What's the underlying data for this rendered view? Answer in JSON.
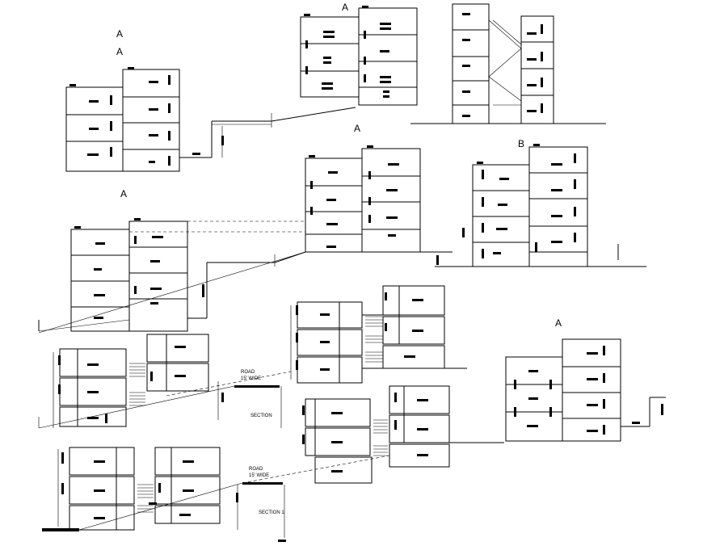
{
  "labels": {
    "a1": "A",
    "a2": "A",
    "a3": "A",
    "a4": "A",
    "a5": "A",
    "a6": "A",
    "b1": "B"
  },
  "road_1": {
    "line1": "ROAD",
    "line2": "15' WIDE"
  },
  "road_2": {
    "line1": "ROAD",
    "line2": "15' WIDE"
  },
  "section_1": "SECTION",
  "section_2": "SECTION 1"
}
